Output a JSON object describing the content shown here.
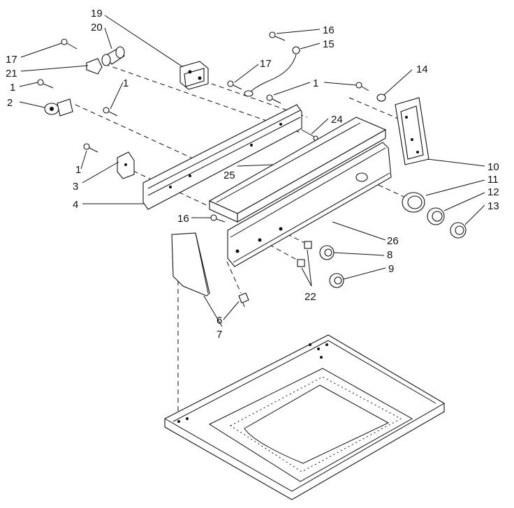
{
  "callouts": {
    "c19": "19",
    "c20": "20",
    "c17a": "17",
    "c21": "21",
    "c1a": "1",
    "c2": "2",
    "c1b": "1",
    "c16a": "16",
    "c15": "15",
    "c17b": "17",
    "c1c": "1",
    "c14": "14",
    "c24": "24",
    "c25": "25",
    "c1d": "1",
    "c3": "3",
    "c4": "4",
    "c16b": "16",
    "c10": "10",
    "c11": "11",
    "c12": "12",
    "c13": "13",
    "c26": "26",
    "c8": "8",
    "c9": "9",
    "c22": "22",
    "c6": "6",
    "c7": "7"
  }
}
